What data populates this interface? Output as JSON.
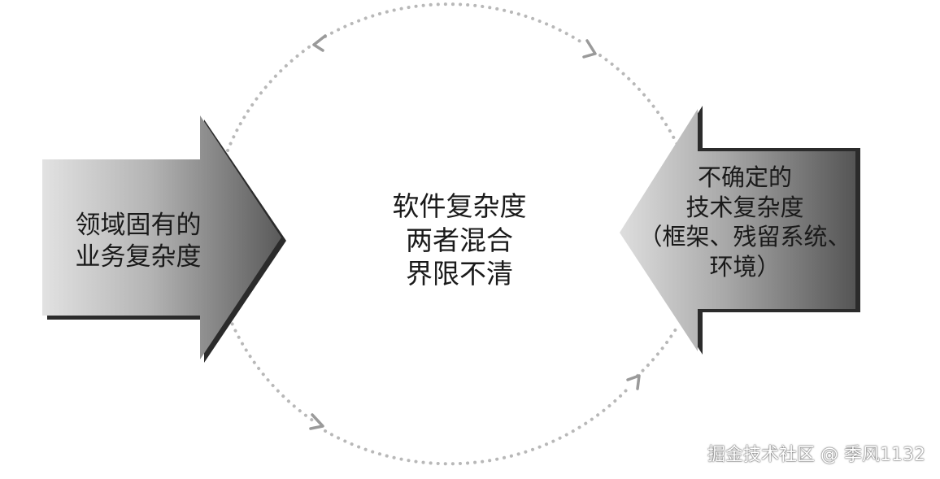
{
  "center": {
    "lines": [
      "软件复杂度",
      "两者混合",
      "界限不清"
    ]
  },
  "left_arrow": {
    "lines": [
      "领域固有的",
      "业务复杂度"
    ]
  },
  "right_arrow": {
    "lines": [
      "不确定的",
      "技术复杂度",
      "（框架、残留系统、",
      "环境）"
    ]
  },
  "watermark": "掘金技术社区 @ 季风1132",
  "colors": {
    "arrow_light": "#dcdcdc",
    "arrow_dark": "#5e5e5e",
    "arrow_shadow": "#2b2b2b",
    "cycle_dots": "#b8b8b8",
    "text": "#1a1a1a"
  }
}
